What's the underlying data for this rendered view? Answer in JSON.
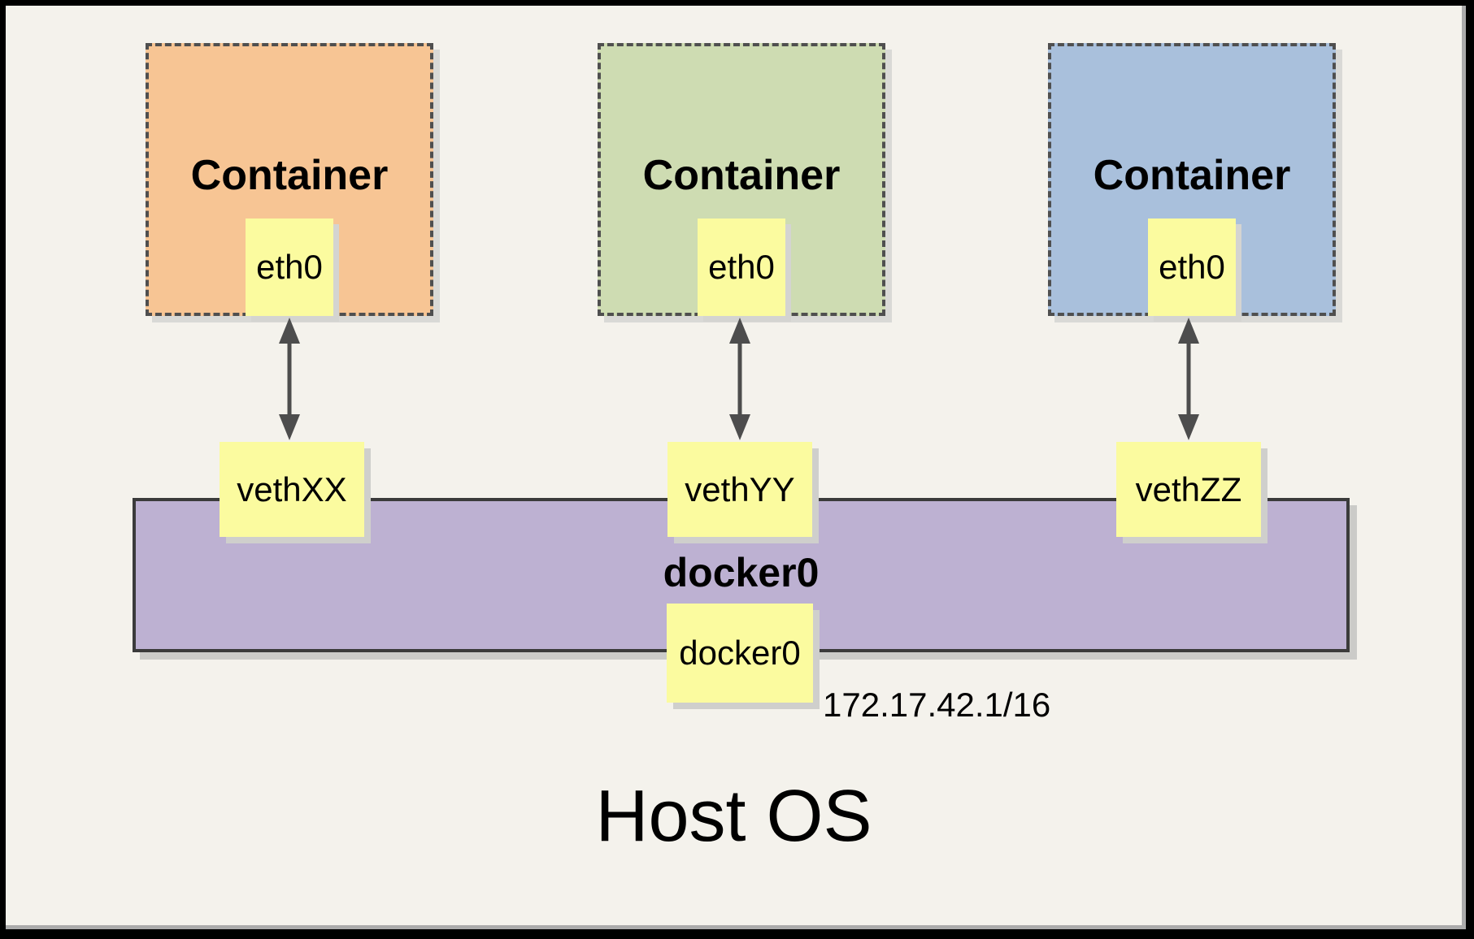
{
  "host": {
    "label": "Host OS",
    "bridge_ip": "172.17.42.1/16"
  },
  "containers": [
    {
      "label": "Container",
      "interface": "eth0",
      "fill": "#F7C594"
    },
    {
      "label": "Container",
      "interface": "eth0",
      "fill": "#CEDCB2"
    },
    {
      "label": "Container",
      "interface": "eth0",
      "fill": "#A9C0DC"
    }
  ],
  "veth_interfaces": [
    {
      "label": "vethXX"
    },
    {
      "label": "vethYY"
    },
    {
      "label": "vethZZ"
    }
  ],
  "bridge": {
    "label": "docker0",
    "interface": "docker0",
    "fill": "#BDB1D2"
  },
  "colors": {
    "background": "#F4F2EC",
    "note_yellow": "#FBFB9F",
    "dashed_border": "#4F4F4F",
    "bridge_border": "#3B3B3B",
    "arrow": "#4D4D4D",
    "outer_frame": "#000000"
  }
}
